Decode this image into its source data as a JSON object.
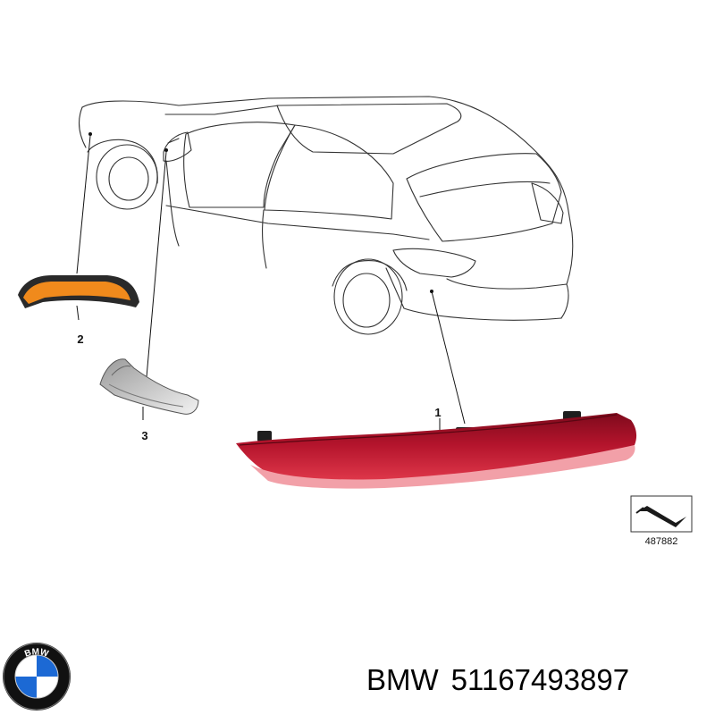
{
  "diagram": {
    "callouts": [
      {
        "id": "1",
        "label": "1"
      },
      {
        "id": "2",
        "label": "2"
      },
      {
        "id": "3",
        "label": "3"
      }
    ],
    "reference_number": "487882"
  },
  "logo": {
    "text": "BMW",
    "colors": {
      "ring": "#111111",
      "blue": "#1c69d4",
      "white": "#ffffff"
    }
  },
  "footer": {
    "brand": "BMW",
    "part_number": "51167493897"
  },
  "colors": {
    "reflector_red": "#c8102e",
    "side_marker_amber": "#f08a1c",
    "line_art": "#333333"
  }
}
